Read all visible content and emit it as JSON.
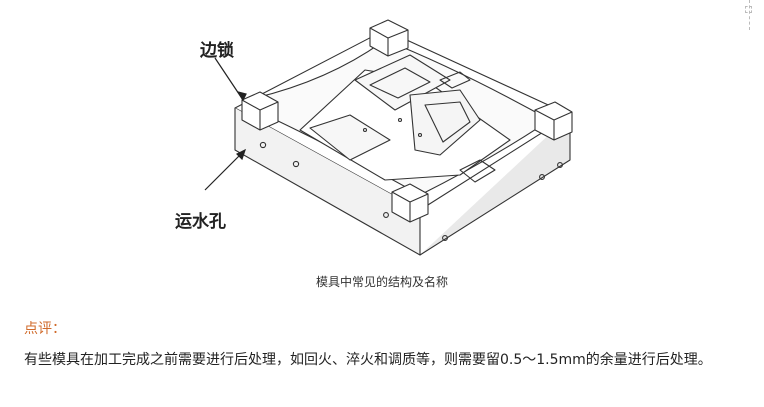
{
  "figure": {
    "callout_top": "边锁",
    "callout_bottom": "运水孔",
    "caption": "模具中常见的结构及名称"
  },
  "comment": {
    "label": "点评：",
    "text": "有些模具在加工完成之前需要进行后处理，如回火、淬火和调质等，则需要留0.5～1.5mm的余量进行后处理。"
  }
}
